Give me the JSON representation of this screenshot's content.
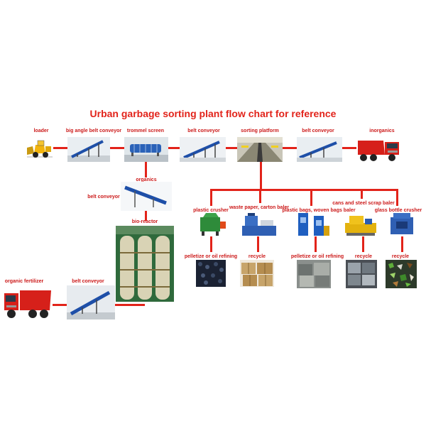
{
  "title": "Urban garbage sorting plant flow chart for reference",
  "colors": {
    "line": "#e2231a",
    "label": "#cc1a1a",
    "conveyor": "#1e4fa8",
    "truck": "#d6201a"
  },
  "labels": {
    "loader": "loader",
    "big_angle_belt_conveyor": "big angle belt conveyor",
    "trommel_screen": "trommel screen",
    "belt_conveyor_1": "belt conveyor",
    "sorting_platform": "sorting platform",
    "belt_conveyor_2": "belt conveyor",
    "inorganics": "inorganics",
    "organics": "organics",
    "belt_conveyor_3": "belt conveyor",
    "bio_reactor": "bio-reactor",
    "organic_fertilizer": "organic fertilizer",
    "belt_conveyor_4": "belt conveyor",
    "plastic_crusher": "plastic crusher",
    "waste_paper_carton_baler": "waste paper, carton baler",
    "plastic_bags_woven_bags_baler": "plastic bags, woven bags baler",
    "cans_steel_scrap_baler": "cans and steel scrap baler",
    "glass_bottle_crusher": "glass bottle crusher",
    "pelletize_1": "pelletize or oil refining",
    "recycle_1": "recycle",
    "pelletize_2": "pelletize or oil refining",
    "recycle_2": "recycle",
    "recycle_3": "recycle"
  },
  "icons": [
    "loader-icon",
    "conveyor-icon",
    "trommel-icon",
    "sorting-platform-icon",
    "dump-truck-icon",
    "bio-reactor-icon",
    "crusher-icon",
    "baler-icon",
    "pellets-icon",
    "bales-icon",
    "scrap-icon",
    "glass-cullet-icon"
  ]
}
